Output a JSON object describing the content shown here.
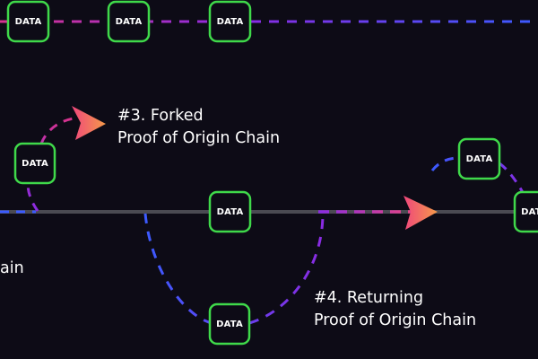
{
  "nodes": {
    "top_1": "DATA",
    "top_2": "DATA",
    "top_3": "DATA",
    "forked_node": "DATA",
    "main_center": "DATA",
    "return_bottom": "DATA",
    "right_upper": "DATA",
    "right_edge": "DATA"
  },
  "captions": {
    "forked_line1": "#3. Forked",
    "forked_line2": "Proof of Origin Chain",
    "returning_line1": "#4. Returning",
    "returning_line2": "Proof of Origin Chain",
    "left_partial": "ain"
  },
  "colors": {
    "background": "#0d0b16",
    "node_border": "#3fd94a",
    "node_fill": "#0d0b16",
    "main_line": "#4a4a52",
    "dash_pink": "#d6338f",
    "dash_purple": "#8a2be2",
    "dash_blue": "#3b5bff",
    "arrow_pink": "#f0467c",
    "arrow_orange": "#f59a4a"
  },
  "icons": [
    "arrow-forked-icon",
    "arrow-main-icon"
  ]
}
